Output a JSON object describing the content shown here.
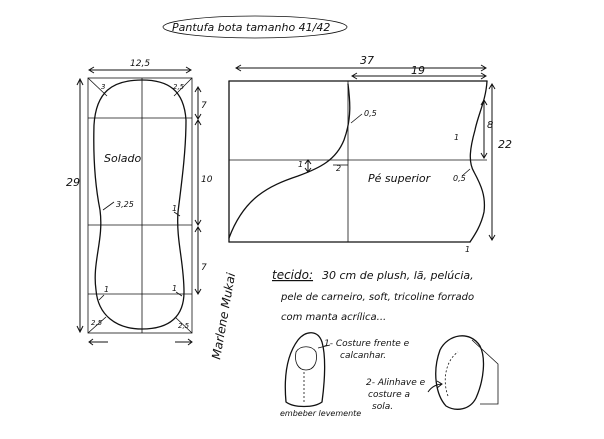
{
  "title": "Pantufa bota tamanho 41/42",
  "sole": {
    "label": "Solado",
    "dim_width": "12,5",
    "dim_length": "29",
    "seg_top": "7",
    "seg_mid": "10",
    "seg_bot": "7",
    "corner_top_left": "3",
    "corner_top_right": "2,5",
    "corner_bot_left": "2,5",
    "corner_bot_right": "2,5",
    "left_notch": "3,25",
    "right_notch": "1",
    "left_low": "1",
    "right_low": "1"
  },
  "upper": {
    "label": "Pé superior",
    "dim_total": "37",
    "dim_half": "19",
    "dim_height": "22",
    "dim_8": "8",
    "val_05_a": "0,5",
    "val_05_b": "0,5",
    "val_1_left": "1",
    "val_2": "2",
    "val_1_right": "1",
    "val_1_bottom": "1"
  },
  "notes": {
    "line1_label": "tecido:",
    "line1": "30 cm de plush, lã, pelúcia,",
    "line2": "pele de carneiro, soft, tricoline forrado",
    "line3": "com manta acrílica..."
  },
  "steps": {
    "step1_line1": "1- Costure frente e",
    "step1_line2": "calcanhar.",
    "step2_line1": "2- Alinhave e",
    "step2_line2": "costure a",
    "step2_line3": "sola.",
    "ease_note": "embeber levemente"
  },
  "signature": "Marlene Mukai"
}
